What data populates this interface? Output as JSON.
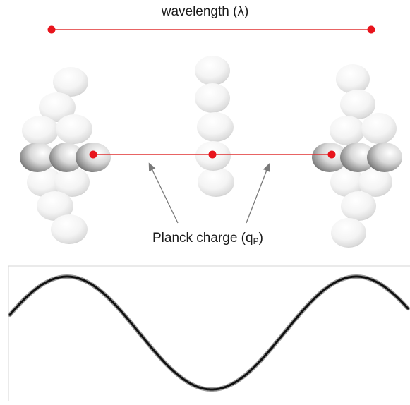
{
  "wavelength": {
    "label": "wavelength (λ)"
  },
  "charge": {
    "label_main": "Planck charge (q",
    "label_sub": "P",
    "label_close": ")"
  },
  "colors": {
    "accent": "#e8141c",
    "line": "#e03030",
    "arrow": "#7a7a7a",
    "wave": "#111111",
    "frame": "#cfcfcf"
  }
}
